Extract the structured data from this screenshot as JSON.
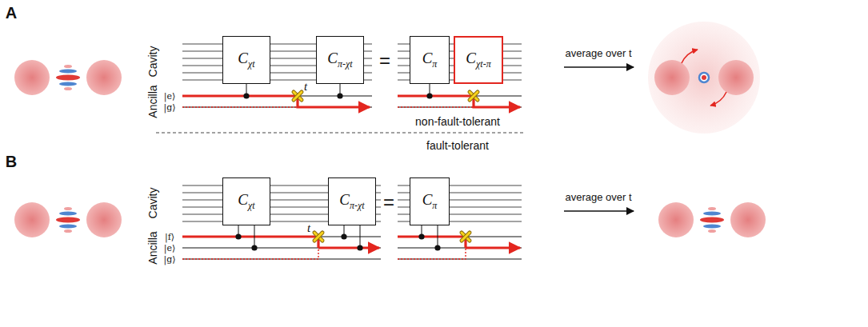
{
  "diagram": {
    "nodes": [
      {
        "text": [
          "Cχt"
        ]
      },
      {
        "text": [
          "Cπ-χt"
        ]
      },
      {
        "text": [
          "Cπ"
        ]
      },
      {
        "text": [
          "Cχt-π"
        ]
      },
      {
        "text": [
          "Cχt"
        ]
      },
      {
        "text": [
          "Cπ-χt"
        ]
      },
      {
        "text": [
          "Cπ"
        ]
      }
    ],
    "labels": [
      "A",
      "Cavity",
      "Ancilla",
      "|e⟩",
      "|g⟩",
      "t",
      "=",
      "non-fault-tolerant",
      "average over t",
      "fault-tolerant",
      "B",
      "Cavity",
      "Ancilla",
      "|f⟩",
      "|e⟩",
      "|g⟩",
      "t",
      "=",
      "average over t"
    ]
  }
}
